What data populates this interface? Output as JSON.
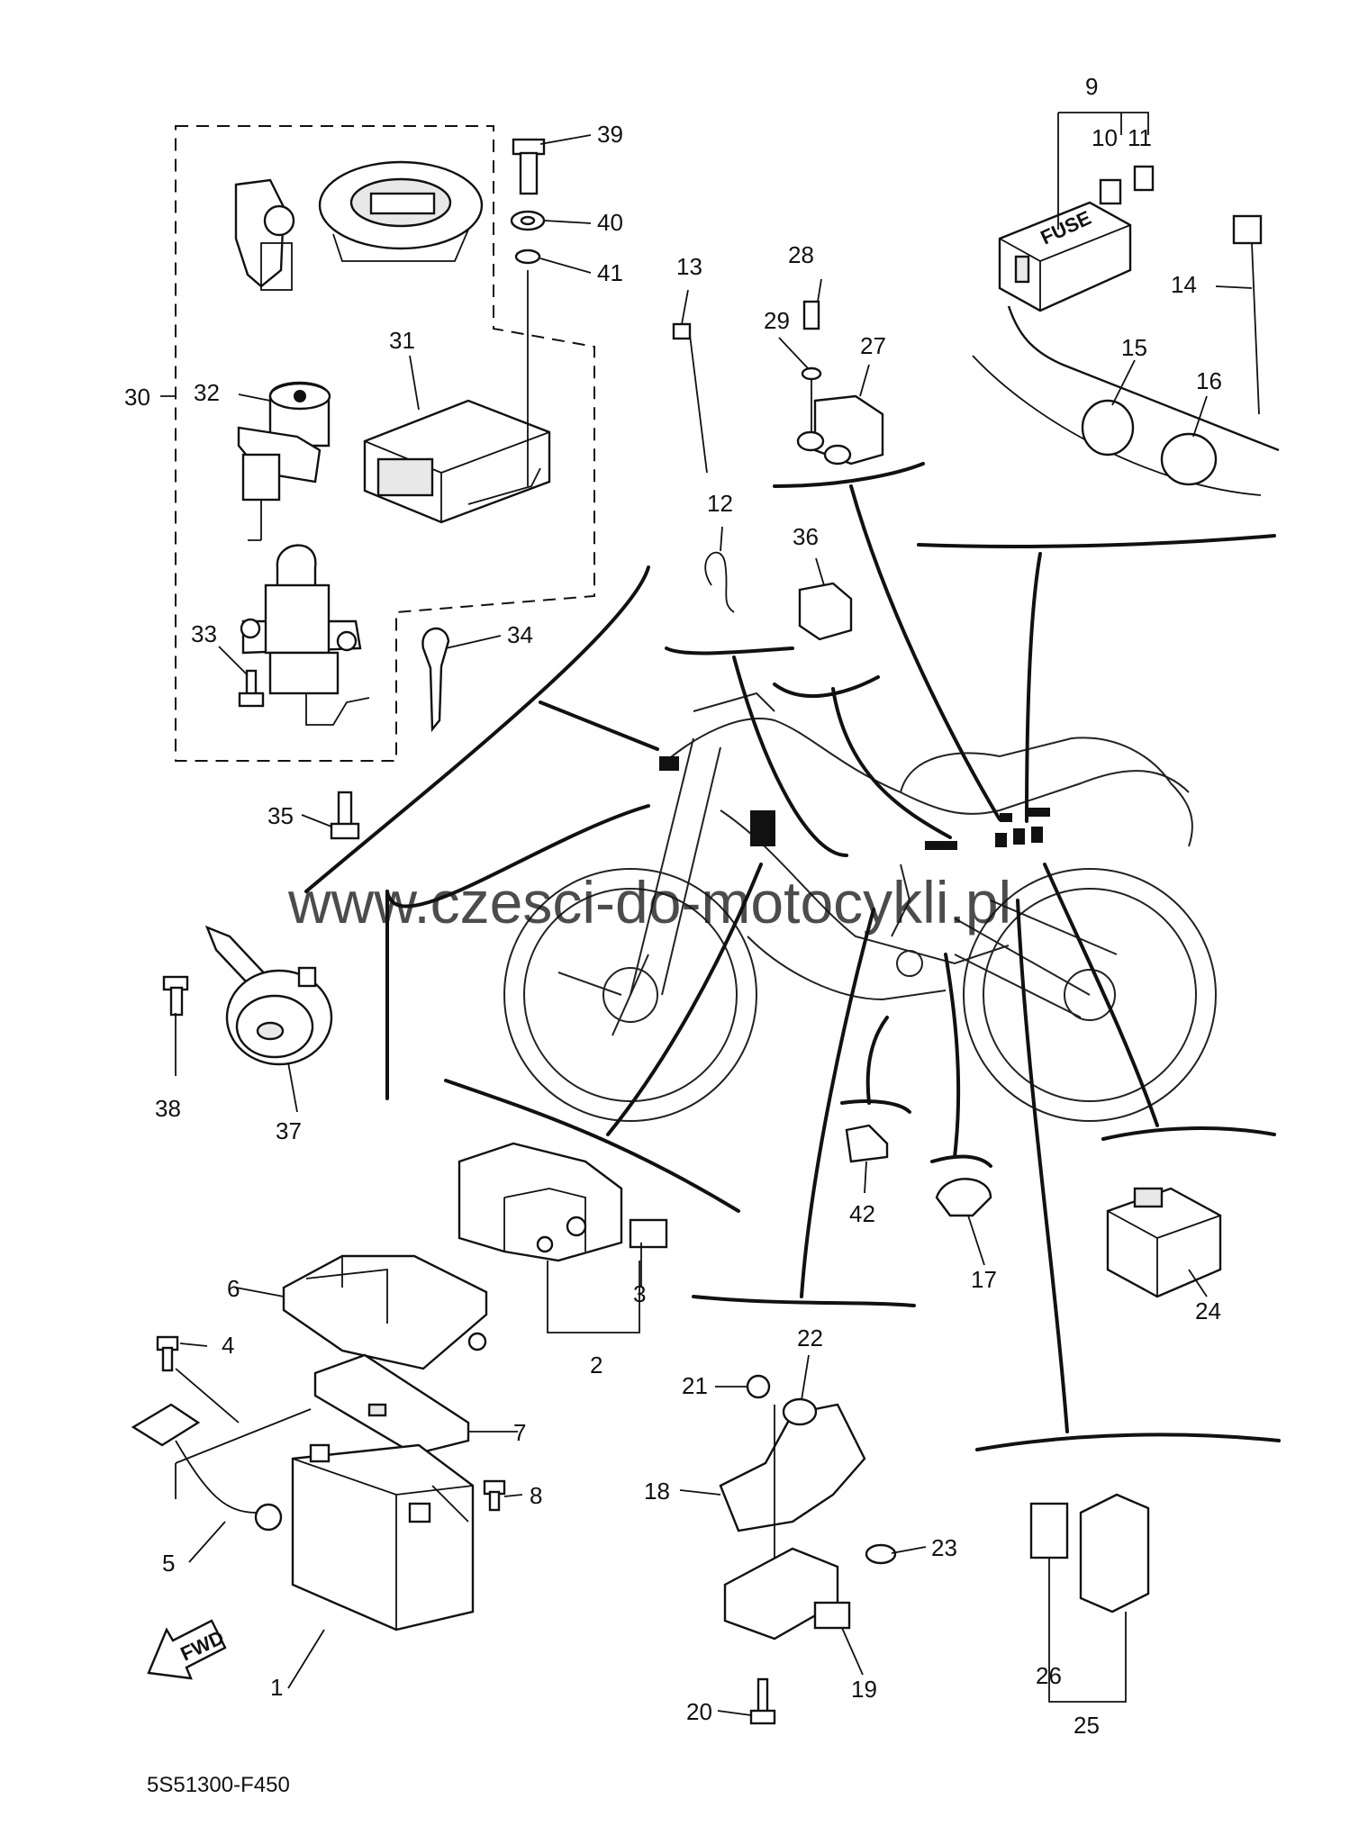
{
  "diagram": {
    "catalog_code": "5S51300-F450",
    "watermark": "www.czesci-do-motocykli.pl",
    "fwd_label": "FWD",
    "fuse_label": "FUSE",
    "callouts": [
      {
        "id": "c1",
        "text": "1"
      },
      {
        "id": "c2",
        "text": "2"
      },
      {
        "id": "c3",
        "text": "3"
      },
      {
        "id": "c4",
        "text": "4"
      },
      {
        "id": "c5",
        "text": "5"
      },
      {
        "id": "c6",
        "text": "6"
      },
      {
        "id": "c7",
        "text": "7"
      },
      {
        "id": "c8",
        "text": "8"
      },
      {
        "id": "c9",
        "text": "9"
      },
      {
        "id": "c10",
        "text": "10"
      },
      {
        "id": "c11",
        "text": "11"
      },
      {
        "id": "c12",
        "text": "12"
      },
      {
        "id": "c13",
        "text": "13"
      },
      {
        "id": "c14",
        "text": "14"
      },
      {
        "id": "c15",
        "text": "15"
      },
      {
        "id": "c16",
        "text": "16"
      },
      {
        "id": "c17",
        "text": "17"
      },
      {
        "id": "c18",
        "text": "18"
      },
      {
        "id": "c19",
        "text": "19"
      },
      {
        "id": "c20",
        "text": "20"
      },
      {
        "id": "c21",
        "text": "21"
      },
      {
        "id": "c22",
        "text": "22"
      },
      {
        "id": "c23",
        "text": "23"
      },
      {
        "id": "c24",
        "text": "24"
      },
      {
        "id": "c25",
        "text": "25"
      },
      {
        "id": "c26",
        "text": "26"
      },
      {
        "id": "c27",
        "text": "27"
      },
      {
        "id": "c28",
        "text": "28"
      },
      {
        "id": "c29",
        "text": "29"
      },
      {
        "id": "c30",
        "text": "30"
      },
      {
        "id": "c31",
        "text": "31"
      },
      {
        "id": "c32",
        "text": "32"
      },
      {
        "id": "c33",
        "text": "33"
      },
      {
        "id": "c34",
        "text": "34"
      },
      {
        "id": "c35",
        "text": "35"
      },
      {
        "id": "c36",
        "text": "36"
      },
      {
        "id": "c37",
        "text": "37"
      },
      {
        "id": "c38",
        "text": "38"
      },
      {
        "id": "c39",
        "text": "39"
      },
      {
        "id": "c40",
        "text": "40"
      },
      {
        "id": "c41",
        "text": "41"
      },
      {
        "id": "c42",
        "text": "42"
      }
    ]
  }
}
